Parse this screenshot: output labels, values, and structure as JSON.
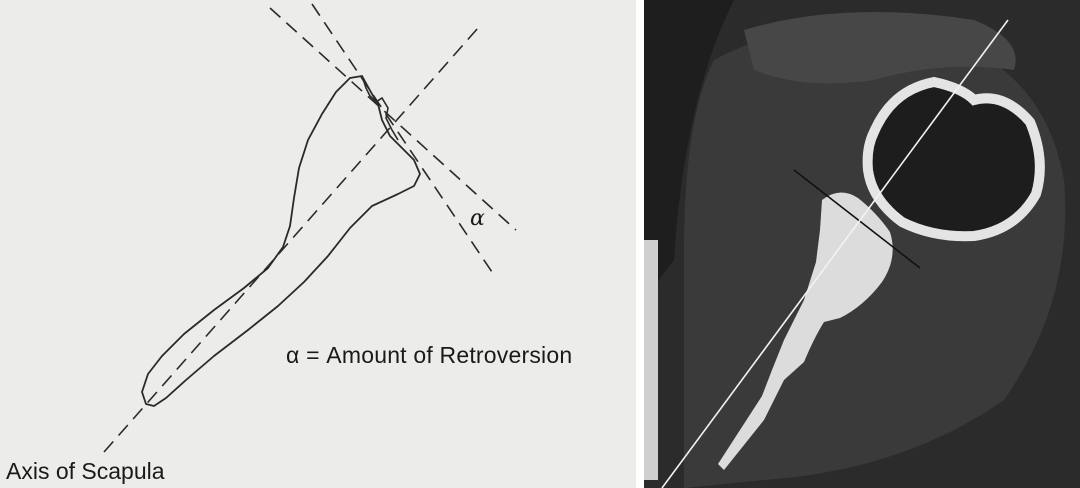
{
  "diagram": {
    "alpha_symbol": "α",
    "retroversion_label": "α = Amount of Retroversion",
    "axis_label": "Axis of Scapula"
  },
  "colors": {
    "diagram_background": "#ececea",
    "ct_background": "#2b2b2b",
    "line_ink": "#2a2a2a",
    "bone": "#dcdcdc"
  }
}
